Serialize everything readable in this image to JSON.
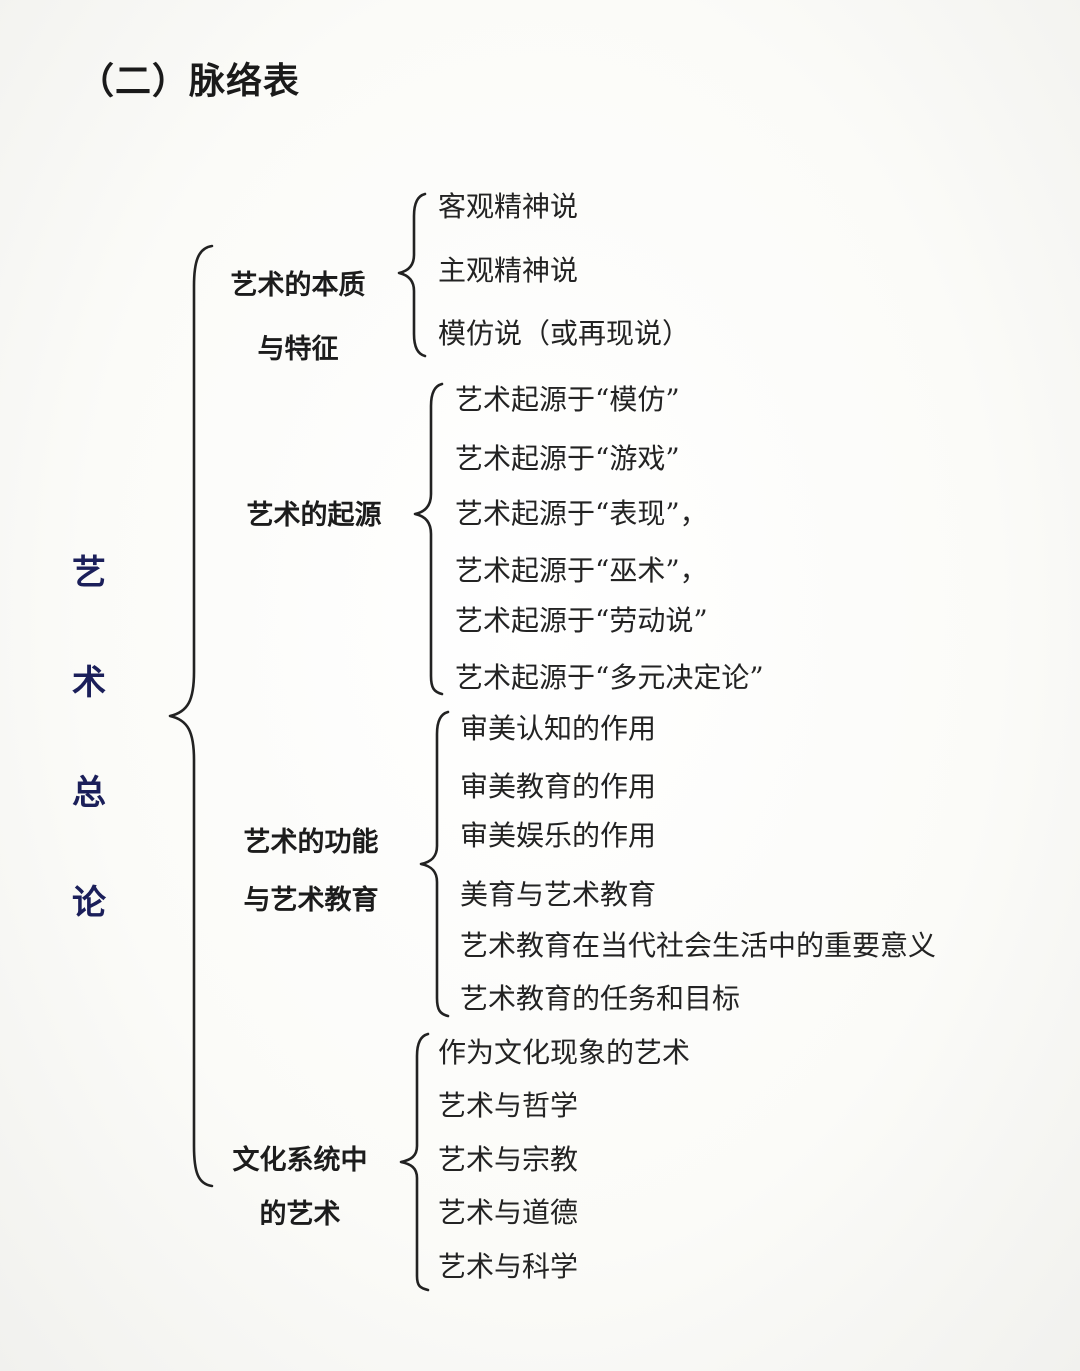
{
  "heading": "（二）脉络表",
  "root": {
    "chars": [
      "艺",
      "术",
      "总",
      "论"
    ]
  },
  "branches": [
    {
      "label_lines": [
        "艺术的本质",
        "与特征"
      ],
      "items": [
        "客观精神说",
        "主观精神说",
        "模仿说（或再现说）"
      ]
    },
    {
      "label_lines": [
        "艺术的起源"
      ],
      "items": [
        "艺术起源于“模仿”",
        "艺术起源于“游戏”",
        "艺术起源于“表现”，",
        "艺术起源于“巫术”，",
        "艺术起源于“劳动说”",
        "艺术起源于“多元决定论”"
      ]
    },
    {
      "label_lines": [
        "艺术的功能",
        "与艺术教育"
      ],
      "items": [
        "审美认知的作用",
        "审美教育的作用",
        "审美娱乐的作用",
        "美育与艺术教育",
        "艺术教育在当代社会生活中的重要意义",
        "艺术教育的任务和目标"
      ]
    },
    {
      "label_lines": [
        "文化系统中",
        "的艺术"
      ],
      "items": [
        "作为文化现象的艺术",
        "艺术与哲学",
        "艺术与宗教",
        "艺术与道德",
        "艺术与科学"
      ]
    }
  ]
}
